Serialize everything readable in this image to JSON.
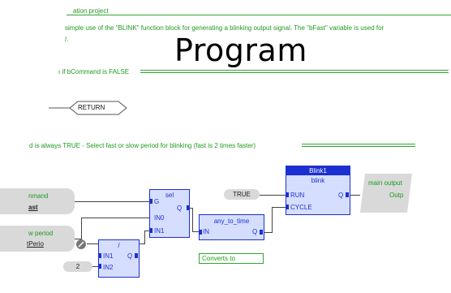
{
  "header": {
    "line1": "ation project",
    "line2": "simple use of the \"BLINK\" function block for generating a blinking output signal. The \"bFast\" variable is used for",
    "line3": "/.",
    "overlay_title": "Program"
  },
  "comments": {
    "false_comment": "ı if bCommand is FALSE",
    "true_comment": "d is always TRUE - Select fast or slow period for blinking (fast is 2 times faster)"
  },
  "return_label": "RETURN",
  "inputs": {
    "command_label1": "nmand",
    "command_label2": "ast",
    "period_label1": "w period",
    "period_label2": "tPerio",
    "const_two": "2",
    "const_true": "TRUE"
  },
  "blocks": {
    "sel": {
      "title": "sel",
      "pins": {
        "g": "G",
        "in0": "IN0",
        "in1": "IN1",
        "q": "Q"
      }
    },
    "div": {
      "title": "/",
      "pins": {
        "in1": "IN1",
        "in2": "IN2",
        "q": "Q"
      }
    },
    "any_to_time": {
      "title": "any_to_time",
      "pins": {
        "in": "IN",
        "q": "Q"
      }
    },
    "blink": {
      "instance": "Blink1",
      "type": "blink",
      "pins": {
        "run": "RUN",
        "cycle": "CYCLE",
        "q": "Q"
      }
    }
  },
  "outputs": {
    "main_output_label1": "main output",
    "main_output_label2": "Outp"
  },
  "note": "Converts to",
  "colors": {
    "comment_green": "#1f9a1f",
    "block_blue": "#1c2fd0",
    "block_fill": "#d6deff",
    "gray_box": "#d9d9d9"
  }
}
